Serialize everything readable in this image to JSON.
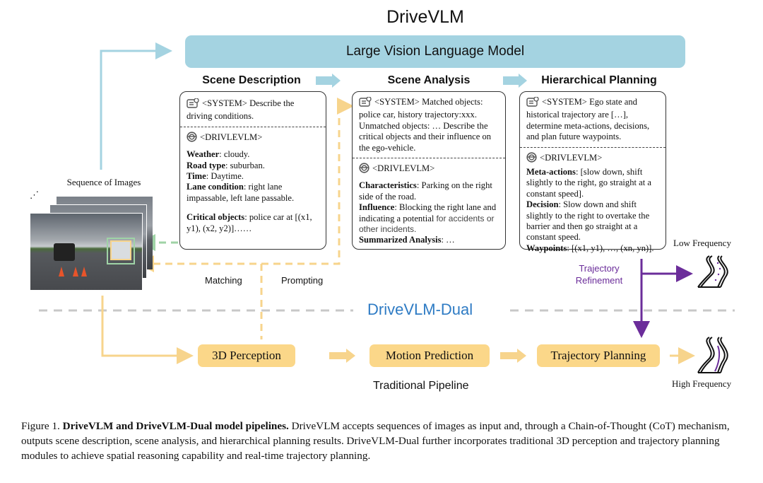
{
  "title": "DriveVLM",
  "lvlm_label": "Large Vision Language Model",
  "input": {
    "label": "Sequence of Images",
    "dots": "⋰"
  },
  "stages": [
    {
      "title": "Scene Description",
      "system_tag": "<SYSTEM>",
      "system_text": "Describe the driving conditions.",
      "response_tag": "<DRIVLEVLM>",
      "fields": [
        {
          "key": "Weather",
          "value": ": cloudy."
        },
        {
          "key": "Road type",
          "value": ": suburban."
        },
        {
          "key": "Time",
          "value": ": Daytime."
        },
        {
          "key": "Lane condition",
          "value": ": right lane impassable, left lane passable."
        },
        {
          "key": "Critical objects",
          "value": ": police car at [(x1, y1), (x2, y2)]……"
        }
      ]
    },
    {
      "title": "Scene Analysis",
      "system_tag": "<SYSTEM>",
      "system_text": "Matched objects: police car, history trajectory:xxx. Unmatched objects: … Describe the critical objects and their influence on the ego-vehicle.",
      "response_tag": "<DRIVLEVLM>",
      "fields": [
        {
          "key": "Characteristics",
          "value": ": Parking on the right side of the road."
        },
        {
          "key": "Influence",
          "value": ": Blocking the right lane and indicating a potential ",
          "extra": "for accidents or other incidents."
        },
        {
          "key": "Summarized Analysis",
          "value": ": …"
        }
      ]
    },
    {
      "title": "Hierarchical Planning",
      "system_tag": "<SYSTEM>",
      "system_text": "Ego state and historical trajectory are […], determine meta-actions, decisions, and plan future waypoints.",
      "response_tag": "<DRIVLEVLM>",
      "fields": [
        {
          "key": "Meta-actions",
          "value": ": [slow down, shift slightly to the right, go straight at a constant speed]."
        },
        {
          "key": "Decision",
          "value": ": Slow down and shift slightly to the right to overtake the barrier and then go straight at a constant speed."
        },
        {
          "key": "Waypoints",
          "value": ": [(x1, y1), …, (xn, yn)]."
        }
      ]
    }
  ],
  "labels": {
    "matching": "Matching",
    "prompting": "Prompting",
    "trajectory_refinement_1": "Trajectory",
    "trajectory_refinement_2": "Refinement",
    "low_frequency": "Low Frequency",
    "high_frequency": "High Frequency",
    "dual_title": "DriveVLM-Dual",
    "traditional_pipeline": "Traditional Pipeline"
  },
  "pipeline": [
    "3D Perception",
    "Motion Prediction",
    "Trajectory Planning"
  ],
  "icons": {
    "system": "system-prompt-icon",
    "response": "steering-wheel-icon",
    "road_low": "road-low-frequency-icon",
    "road_high": "road-high-frequency-icon"
  },
  "colors": {
    "lvlm_blue": "#a4d3e1",
    "pipeline_yellow": "#fbd789",
    "dashed_yellow": "#f7d48c",
    "dashed_green": "#9fd3a6",
    "refinement_purple": "#6b2d9a",
    "dual_blue": "#2e7bc4",
    "separator_gray": "#c8c8c8"
  },
  "caption": {
    "prefix": "Figure 1. ",
    "bold": "DriveVLM and DriveVLM-Dual model pipelines.",
    "text": " DriveVLM accepts sequences of images as input and, through a Chain-of-Thought (CoT) mechanism, outputs scene description, scene analysis, and hierarchical planning results. DriveVLM-Dual further incorporates traditional 3D perception and trajectory planning modules to achieve spatial reasoning capability and real-time trajectory planning."
  }
}
